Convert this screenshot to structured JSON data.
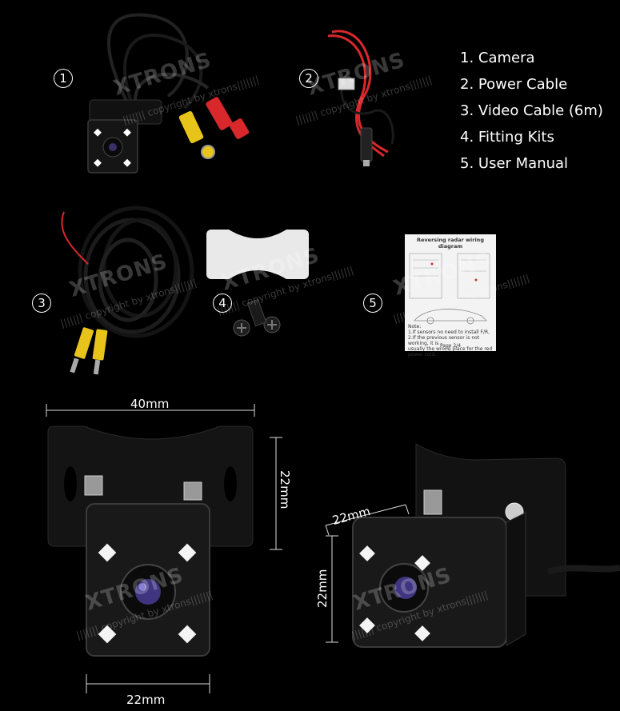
{
  "numbers": [
    "1",
    "2",
    "3",
    "4",
    "5"
  ],
  "package_list": [
    "1. Camera",
    "2. Power Cable",
    "3. Video Cable (6m)",
    "4. Fitting Kits",
    "5. User Manual"
  ],
  "watermark": {
    "brand": "XTRONS",
    "copyright": "||||||| copyright by xtrons|||||||"
  },
  "manual": {
    "title": "Reversing radar wiring diagram",
    "note_title": "Note:",
    "note_lines": [
      "1.If sensors no need to install F/R,",
      "2.If the previous sensor is not working, it is",
      "usually the wrong place for the red power cord."
    ],
    "page": "Page 2/4"
  },
  "dimensions": {
    "front_width": "40mm",
    "front_height": "22mm",
    "front_bottom": "22mm",
    "side_depth": "22mm",
    "side_height": "22mm"
  },
  "colors": {
    "background": "#000000",
    "text": "#ffffff",
    "cable_red": "#d8282c",
    "rca_yellow": "#e8c41a"
  }
}
